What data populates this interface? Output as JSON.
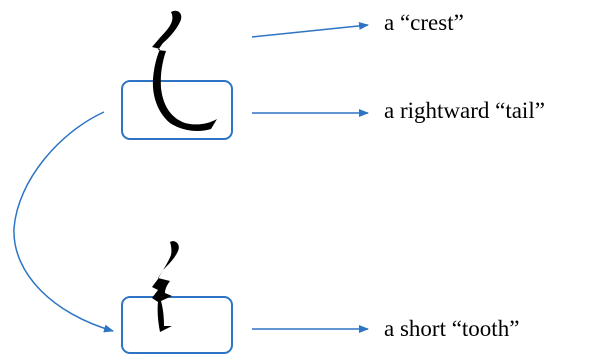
{
  "labels": {
    "crest": "a “crest”",
    "tail": "a rightward “tail”",
    "tooth": "a short “tooth”"
  },
  "colors": {
    "accent": "#2d74c4",
    "glyph": "#000000",
    "text": "#000000"
  }
}
